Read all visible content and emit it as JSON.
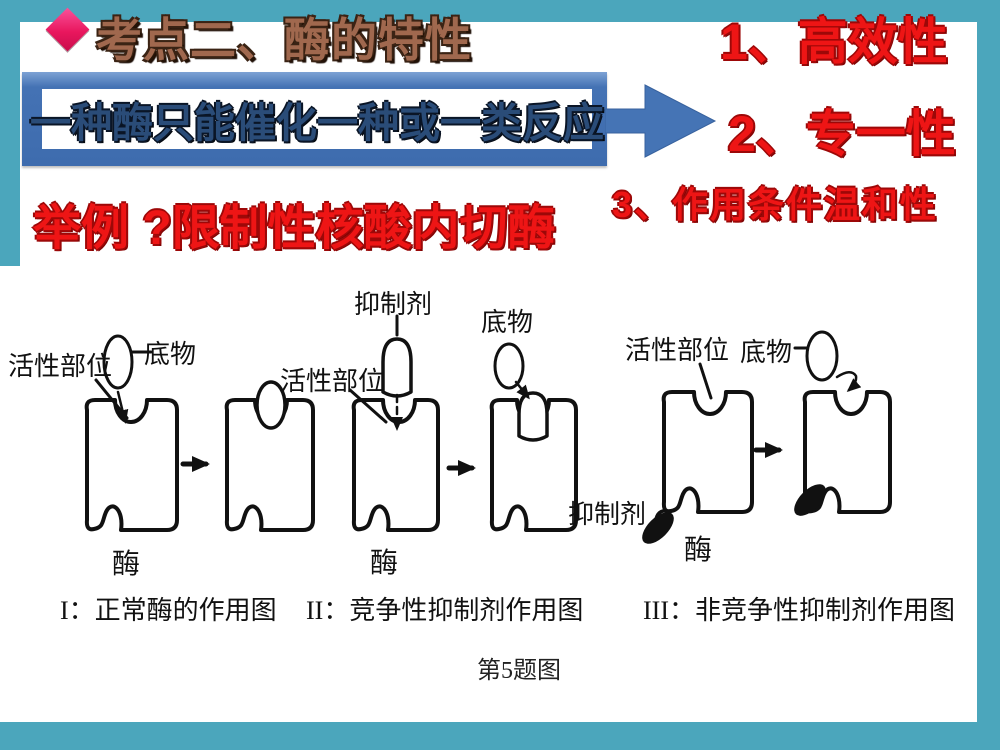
{
  "slide": {
    "title": "考点二、酶的特性",
    "properties": [
      "1、高效性",
      "2、专一性",
      "3、作用条件温和性"
    ],
    "banner_text": "一种酶只能催化一种或一类反应",
    "example_text": "举例 ?限制性核酸内切酶"
  },
  "diagram": {
    "panel1": {
      "active_site_label": "活性部位",
      "substrate_label": "底物",
      "enzyme_label": "酶",
      "caption": "I：正常酶的作用图"
    },
    "panel2": {
      "inhibitor_label": "抑制剂",
      "active_site_label": "活性部位",
      "substrate_label": "底物",
      "enzyme_label": "酶",
      "caption": "II：竞争性抑制剂作用图"
    },
    "panel3": {
      "active_site_label": "活性部位",
      "substrate_label": "底物",
      "inhibitor_label": "抑制剂",
      "enzyme_label": "酶",
      "caption": "III：非竞争性抑制剂作用图"
    },
    "figure_caption": "第5题图"
  },
  "colors": {
    "background_teal": "#4BA6BC",
    "accent_blue": "#4472B4",
    "title_brown": "#A0684E",
    "heading_red": "#EE1515",
    "diamond_pink": "#E9175E",
    "banner_text_navy": "#2A4C78",
    "diagram_ink": "#111111"
  }
}
